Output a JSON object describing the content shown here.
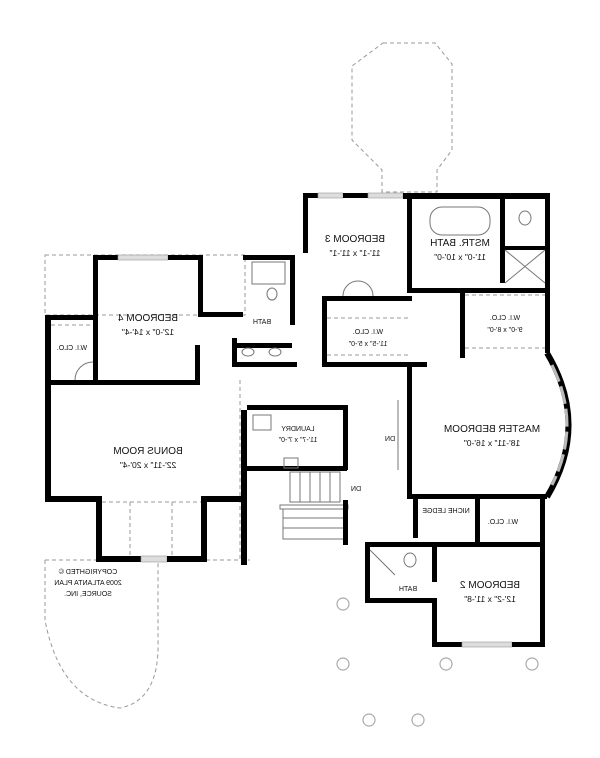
{
  "plan": {
    "orientation": "mirrored",
    "rooms": [
      {
        "id": "bedroom3",
        "name": "BEDROOM 3",
        "size": "11'-1\" x 11'-1\""
      },
      {
        "id": "mstr-bath",
        "name": "MSTR. BATH",
        "size": "11'-0\" x 10'-0\""
      },
      {
        "id": "wic-master",
        "name": "W.I. CLO.",
        "size": "9'-0\" x 8'-0\""
      },
      {
        "id": "wic-hall",
        "name": "W.I. CLO.",
        "size": "11'-5\" x 5'-0\""
      },
      {
        "id": "bedroom4",
        "name": "BEDROOM 4",
        "size": "12'-0\" x 14'-4\""
      },
      {
        "id": "wic-bed4",
        "name": "W.I. CLO.",
        "size": ""
      },
      {
        "id": "bath-upper",
        "name": "BATH",
        "size": ""
      },
      {
        "id": "master-bedroom",
        "name": "MASTER BEDROOM",
        "size": "18'-11\" x 16'-0\""
      },
      {
        "id": "laundry",
        "name": "LAUNDRY",
        "size": "11'-7\" x 7'-0\""
      },
      {
        "id": "bonus-room",
        "name": "BONUS ROOM",
        "size": "22'-11\" x 20'-4\""
      },
      {
        "id": "niche-ledge",
        "name": "NICHE LEDGE",
        "size": ""
      },
      {
        "id": "wic-bed2",
        "name": "W.I. CLO.",
        "size": ""
      },
      {
        "id": "bedroom2",
        "name": "BEDROOM 2",
        "size": "12'-2\" x 11'-8\""
      },
      {
        "id": "bath-lower",
        "name": "BATH",
        "size": ""
      }
    ],
    "stair_labels": {
      "dn_master": "DN",
      "dn_stair": "DN"
    },
    "copyright": [
      "COPYRIGHTED ©",
      "2009 ATLANTA PLAN",
      "SOURCE, INC."
    ]
  }
}
